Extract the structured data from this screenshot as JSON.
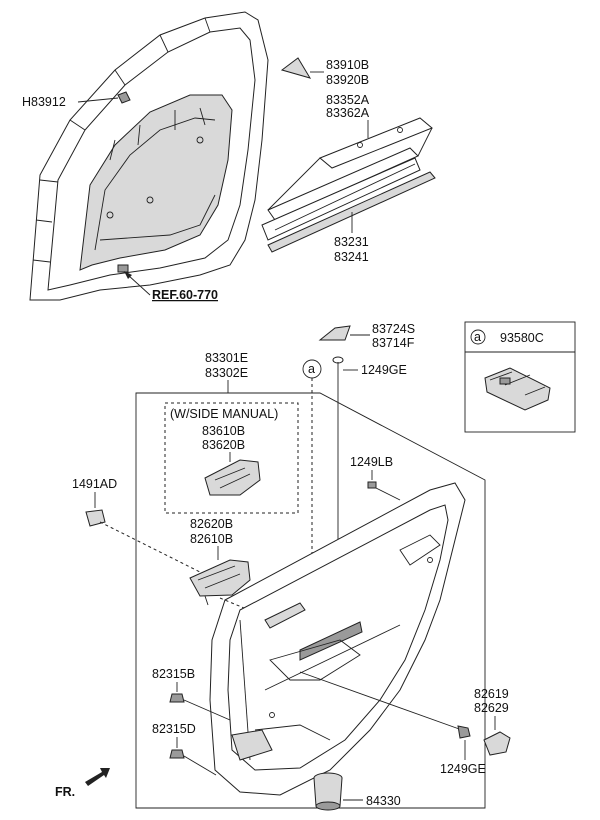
{
  "labels": {
    "h83912": "H83912",
    "p83910b": "83910B",
    "p83920b": "83920B",
    "p83352a": "83352A",
    "p83362a": "83362A",
    "p83231": "83231",
    "p83241": "83241",
    "ref": "REF.60-770",
    "p83724s": "83724S",
    "p83714f": "83714F",
    "p1249ge_top": "1249GE",
    "p83301e": "83301E",
    "p83302e": "83302E",
    "vw_side_manual": "(W/SIDE MANUAL)",
    "p83610b": "83610B",
    "p83620b": "83620B",
    "p1249lb": "1249LB",
    "p1491ad": "1491AD",
    "p82620b": "82620B",
    "p82610b": "82610B",
    "p82315b": "82315B",
    "p82315d": "82315D",
    "p82619": "82619",
    "p82629": "82629",
    "p1249ge_bot": "1249GE",
    "p84330": "84330",
    "fr": "FR.",
    "callout_letter": "a",
    "inset_letter": "a",
    "inset_part": "93580C"
  }
}
